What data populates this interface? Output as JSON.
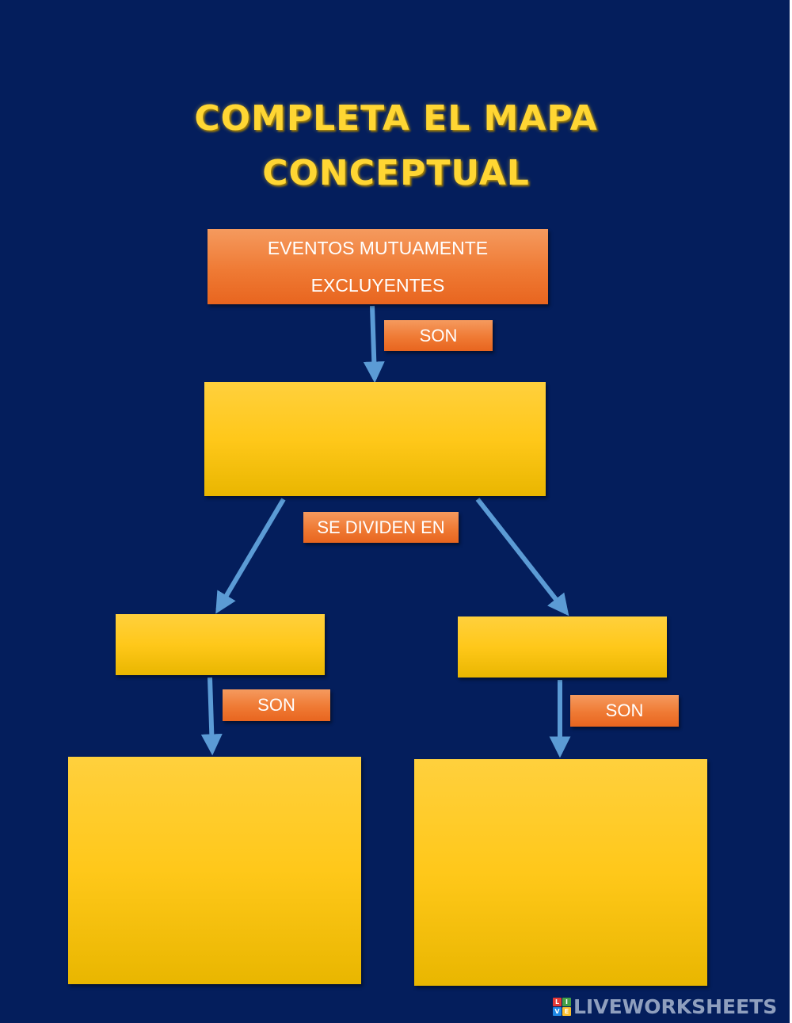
{
  "title": {
    "line1": "COMPLETA EL MAPA",
    "line2": "CONCEPTUAL"
  },
  "root": {
    "line1": "EVENTOS MUTUAMENTE",
    "line2": "EXCLUYENTES"
  },
  "connector_labels": {
    "son_1": "SON",
    "se_dividen": "SE DIVIDEN EN",
    "son_2": "SON",
    "son_3": "SON"
  },
  "blank_boxes": {
    "center": "",
    "left_small": "",
    "right_small": "",
    "left_large": "",
    "right_large": ""
  },
  "watermark": {
    "logo_letters": [
      "L",
      "I",
      "V",
      "E"
    ],
    "text": "LIVEWORKSHEETS"
  },
  "colors": {
    "background": "#041e5c",
    "title": "#ffd633",
    "orange_box": "#ef7a34",
    "yellow_box": "#ffc81a",
    "arrow": "#5b9bd5",
    "logo_l": "#e53935",
    "logo_i": "#43a047",
    "logo_v": "#1e88e5",
    "logo_e": "#fbc02d"
  }
}
